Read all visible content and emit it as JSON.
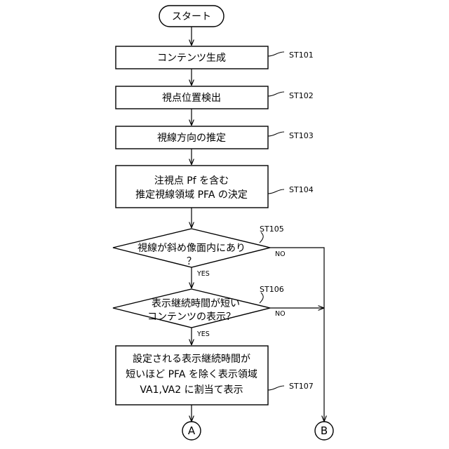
{
  "start": "スタート",
  "steps": {
    "st101": {
      "text": "コンテンツ生成",
      "label": "ST101"
    },
    "st102": {
      "text": "視点位置検出",
      "label": "ST102"
    },
    "st103": {
      "text": "視線方向の推定",
      "label": "ST103"
    },
    "st104": {
      "line1": "注視点 Pf を含む",
      "line2": "推定視線領域 PFA の決定",
      "label": "ST104"
    },
    "st105": {
      "line1": "視線が斜め像面内にあり",
      "line2": "？",
      "label": "ST105",
      "yes": "YES",
      "no": "NO"
    },
    "st106": {
      "line1": "表示継続時間が短い",
      "line2": "コンテンツの表示？",
      "label": "ST106",
      "yes": "YES",
      "no": "NO"
    },
    "st107": {
      "line1": "設定される表示継続時間が",
      "line2": "短いほど PFA を除く表示領域",
      "line3": "VA1,VA2 に割当て表示",
      "label": "ST107"
    }
  },
  "connectors": {
    "a": "A",
    "b": "B"
  }
}
